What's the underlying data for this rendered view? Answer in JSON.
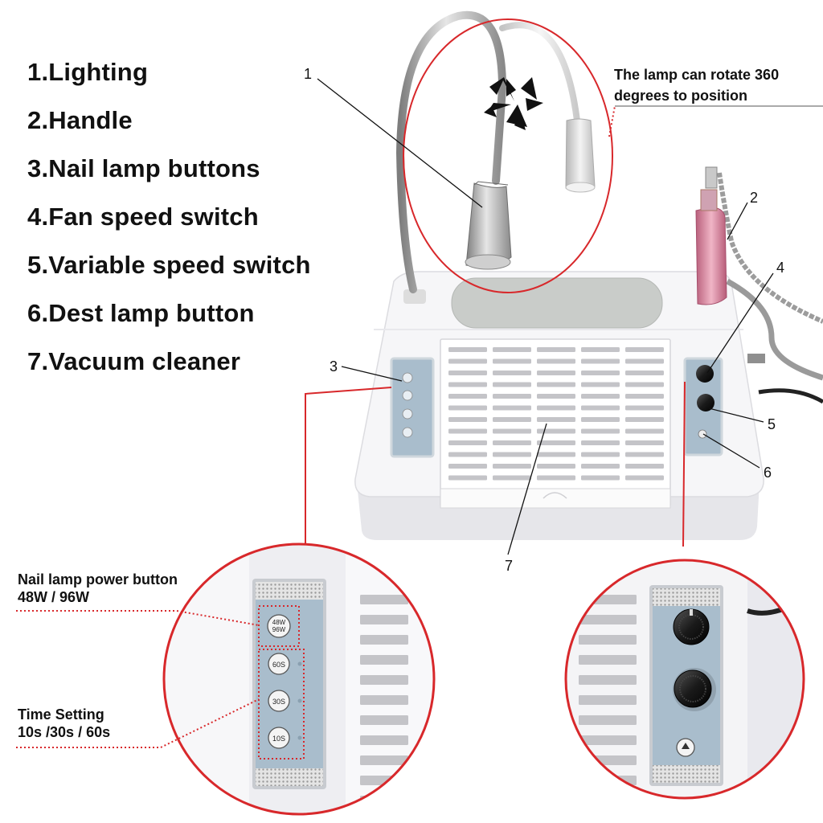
{
  "features": [
    "1.Lighting",
    "2.Handle",
    "3.Nail lamp buttons",
    "4.Fan speed switch",
    "5.Variable speed switch",
    "6.Dest lamp button",
    "7.Vacuum cleaner"
  ],
  "callouts": {
    "lamp_rotate_line1": "The lamp can rotate 360",
    "lamp_rotate_line2": "degrees to position",
    "power_button_line1": "Nail lamp power button",
    "power_button_line2": "48W  /  96W",
    "time_setting_line1": "Time Setting",
    "time_setting_line2": "10s  /30s  /  60s"
  },
  "numbers": [
    "1",
    "2",
    "3",
    "4",
    "5",
    "6",
    "7"
  ],
  "panel_buttons": {
    "power": "48W\n96W",
    "power_top": "48W",
    "power_bottom": "96W",
    "t60": "60S",
    "t30": "30S",
    "t10": "10S"
  },
  "colors": {
    "accent_red": "#d8282b",
    "device_white": "#f2f2f4",
    "panel_blue": "#a9bdcc",
    "lamp_silver": "#bdbdbd",
    "handle_pink": "#d7879f",
    "grille_gray": "#c4c4c8"
  },
  "icons": [
    "move-arrows-icon",
    "knob-icon",
    "desk-lamp-icon"
  ]
}
